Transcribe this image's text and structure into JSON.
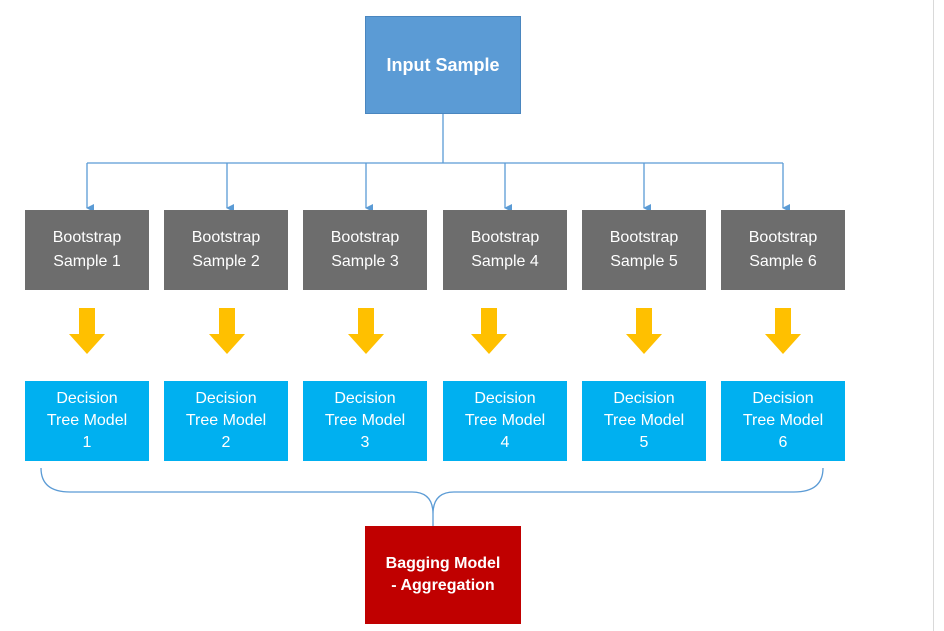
{
  "input": {
    "label": "Input Sample"
  },
  "bootstraps": [
    {
      "label": "Bootstrap\nSample 1"
    },
    {
      "label": "Bootstrap\nSample 2"
    },
    {
      "label": "Bootstrap\nSample 3"
    },
    {
      "label": "Bootstrap\nSample 4"
    },
    {
      "label": "Bootstrap\nSample 5"
    },
    {
      "label": "Bootstrap\nSample 6"
    }
  ],
  "trees": [
    {
      "label": "Decision\nTree Model\n1"
    },
    {
      "label": "Decision\nTree Model\n2"
    },
    {
      "label": "Decision\nTree Model\n3"
    },
    {
      "label": "Decision\nTree Model\n4"
    },
    {
      "label": "Decision\nTree Model\n5"
    },
    {
      "label": "Decision\nTree Model\n6"
    }
  ],
  "output": {
    "label": "Bagging Model\n- Aggregation"
  },
  "colors": {
    "input": "#5b9bd5",
    "bootstrap": "#6d6d6d",
    "tree": "#00b0f0",
    "output": "#c00000",
    "arrow": "#ffc000",
    "connector": "#5b9bd5"
  }
}
